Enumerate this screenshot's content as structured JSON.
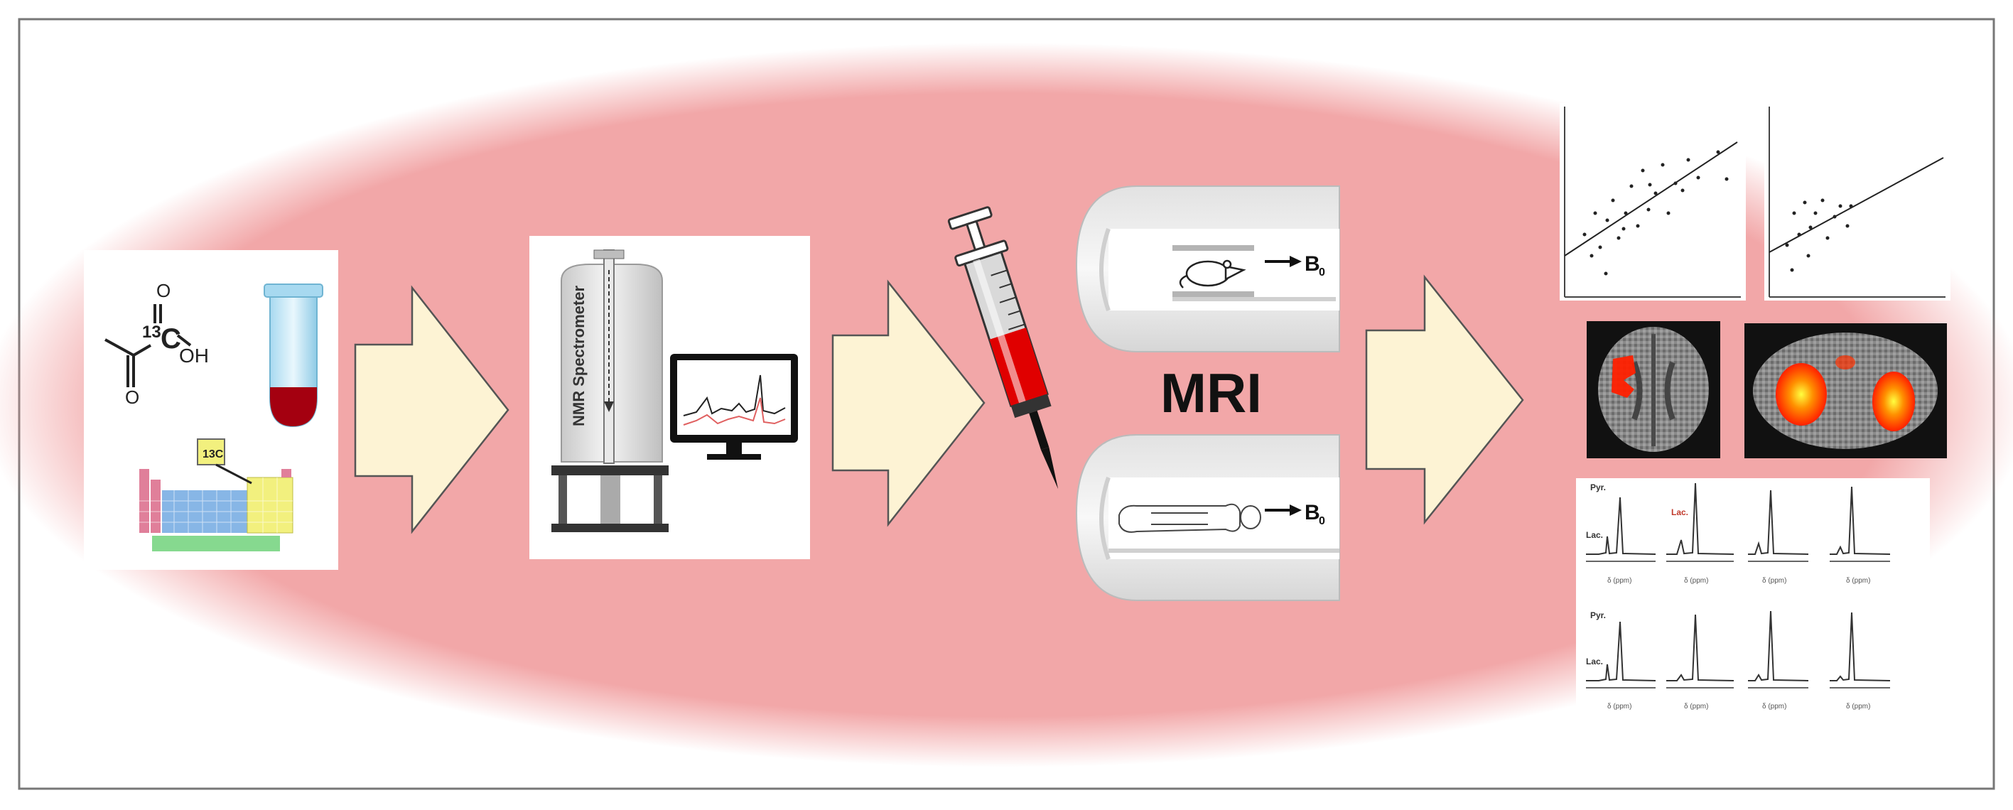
{
  "molecule": {
    "isotope_label": "13",
    "carbon_label": "C",
    "hydroxyl_label": "OH",
    "oxygen_label": "O"
  },
  "periodic_table": {
    "highlight_label": "13C"
  },
  "nmr": {
    "spectrometer_label": "NMR Spectrometer"
  },
  "mri": {
    "label": "MRI",
    "field_label": "B",
    "field_subscript": "0"
  },
  "spectra": {
    "pyr_label": "Pyr.",
    "lac_label": "Lac.",
    "axis_label": "δ (ppm)"
  },
  "colors": {
    "ellipse": "#f2a7a8",
    "arrow_fill": "#fdf3d4",
    "arrow_stroke": "#555555",
    "blood": "#e00000",
    "activation": "#ff2000"
  }
}
